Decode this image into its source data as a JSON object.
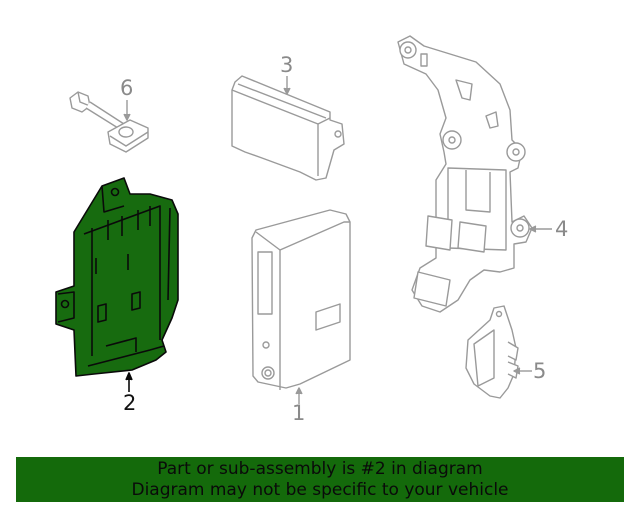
{
  "diagram": {
    "highlight_color": "#176b0f",
    "outline_color": "#9a9a9a",
    "callouts": [
      {
        "id": 1,
        "label": "1",
        "part": "control-module-main",
        "highlighted": false
      },
      {
        "id": 2,
        "label": "2",
        "part": "mounting-bracket",
        "highlighted": true
      },
      {
        "id": 3,
        "label": "3",
        "part": "control-module-small",
        "highlighted": false
      },
      {
        "id": 4,
        "label": "4",
        "part": "support-bracket-with-grommets",
        "highlighted": false
      },
      {
        "id": 5,
        "label": "5",
        "part": "connector-block",
        "highlighted": false
      },
      {
        "id": 6,
        "label": "6",
        "part": "antenna-connector",
        "highlighted": false
      }
    ]
  },
  "banner": {
    "background": "#146a0b",
    "line1": "Part or sub-assembly is #2 in diagram",
    "line2": "Diagram may not be specific to your vehicle"
  }
}
